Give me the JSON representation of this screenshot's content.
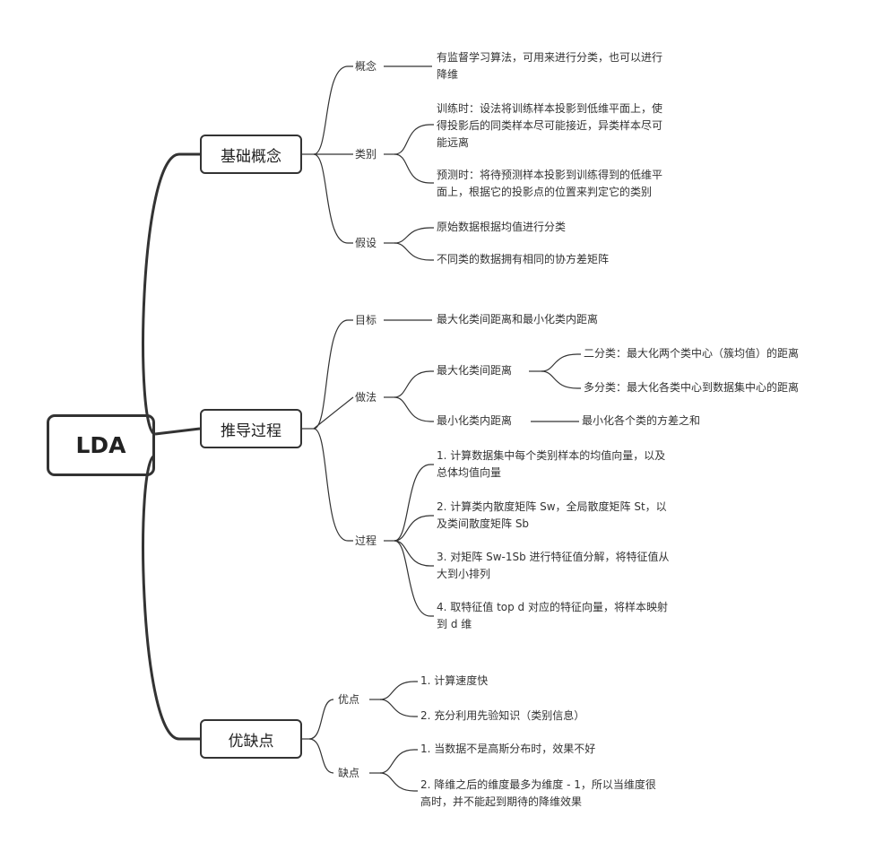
{
  "root": {
    "label": "LDA"
  },
  "branches": [
    {
      "label": "基础概念",
      "children": [
        {
          "label": "概念",
          "items": [
            {
              "lines": [
                "有监督学习算法，可用来进行分类，也可以进行",
                "降维"
              ]
            }
          ]
        },
        {
          "label": "类别",
          "items": [
            {
              "lines": [
                "训练时：设法将训练样本投影到低维平面上，使",
                "得投影后的同类样本尽可能接近，异类样本尽可",
                "能远离"
              ]
            },
            {
              "lines": [
                "预测时：将待预测样本投影到训练得到的低维平",
                "面上，根据它的投影点的位置来判定它的类别"
              ]
            }
          ]
        },
        {
          "label": "假设",
          "items": [
            {
              "lines": [
                "原始数据根据均值进行分类"
              ]
            },
            {
              "lines": [
                "不同类的数据拥有相同的协方差矩阵"
              ]
            }
          ]
        }
      ]
    },
    {
      "label": "推导过程",
      "children": [
        {
          "label": "目标",
          "items": [
            {
              "lines": [
                "最大化类间距离和最小化类内距离"
              ]
            }
          ]
        },
        {
          "label": "做法",
          "items": [
            {
              "lines": [
                "最大化类间距离"
              ],
              "sub": [
                {
                  "lines": [
                    "二分类：最大化两个类中心（簇均值）的距离"
                  ]
                },
                {
                  "lines": [
                    "多分类：最大化各类中心到数据集中心的距离"
                  ]
                }
              ]
            },
            {
              "lines": [
                "最小化类内距离"
              ],
              "sub": [
                {
                  "lines": [
                    "最小化各个类的方差之和"
                  ]
                }
              ]
            }
          ]
        },
        {
          "label": "过程",
          "items": [
            {
              "lines": [
                "1. 计算数据集中每个类别样本的均值向量，以及",
                "总体均值向量"
              ]
            },
            {
              "lines": [
                "2. 计算类内散度矩阵 Sw，全局散度矩阵 St，以",
                "及类间散度矩阵 Sb"
              ]
            },
            {
              "lines": [
                "3. 对矩阵 Sw-1Sb 进行特征值分解，将特征值从",
                "大到小排列"
              ]
            },
            {
              "lines": [
                "4. 取特征值 top d 对应的特征向量，将样本映射",
                "到 d 维"
              ]
            }
          ]
        }
      ]
    },
    {
      "label": "优缺点",
      "children": [
        {
          "label": "优点",
          "items": [
            {
              "lines": [
                "1. 计算速度快"
              ]
            },
            {
              "lines": [
                "2. 充分利用先验知识（类别信息）"
              ]
            }
          ]
        },
        {
          "label": "缺点",
          "items": [
            {
              "lines": [
                "1. 当数据不是高斯分布时，效果不好"
              ]
            },
            {
              "lines": [
                "2. 降维之后的维度最多为维度 - 1，所以当维度很",
                "高时，并不能起到期待的降维效果"
              ]
            }
          ]
        }
      ]
    }
  ]
}
